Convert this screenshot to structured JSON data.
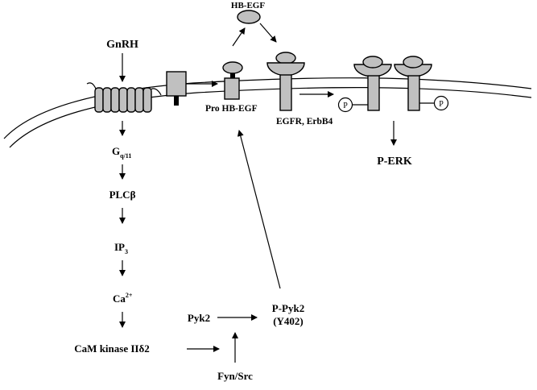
{
  "labels": {
    "gnrh": "GnRH",
    "hb_egf": "HB-EGF",
    "pro_hb_egf": "Pro HB-EGF",
    "egfr_erbb4": "EGFR, ErbB4",
    "p_erk": "P-ERK",
    "gq11_main": "G",
    "gq11_sub": "q/11",
    "plcb": "PLCβ",
    "ip3_main": "IP",
    "ip3_sub": "3",
    "ca_main": "Ca",
    "ca_sup": "2+",
    "camk": "CaM kinase IIδ2",
    "pyk2": "Pyk2",
    "p_pyk2": "P-Pyk2",
    "y402": "(Y402)",
    "fyn_src": "Fyn/Src",
    "phospho_left": "P",
    "phospho_right": "P"
  },
  "colors": {
    "shape_fill": "#c0c0c0",
    "stroke": "#000000",
    "background": "#ffffff"
  }
}
